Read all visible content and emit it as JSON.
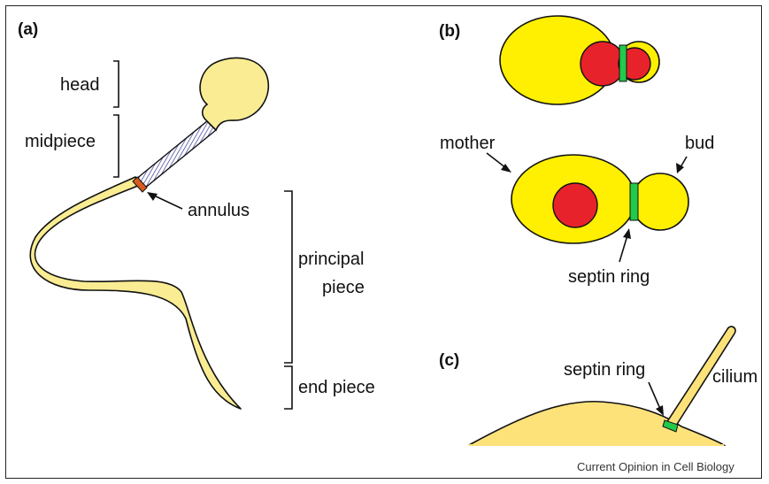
{
  "panels": {
    "a": "(a)",
    "b": "(b)",
    "c": "(c)"
  },
  "labels": {
    "head": "head",
    "midpiece": "midpiece",
    "annulus": "annulus",
    "principal_piece_line1": "principal",
    "principal_piece_line2": "piece",
    "end_piece": "end piece",
    "mother": "mother",
    "bud": "bud",
    "septin_ring_b": "septin ring",
    "septin_ring_c": "septin ring",
    "cilium": "cilium"
  },
  "credit": "Current Opinion in Cell Biology",
  "colors": {
    "sperm_fill": "#f9ec93",
    "yeast_fill": "#ffef00",
    "nucleus": "#e8222b",
    "septin": "#22c94a",
    "annulus": "#d65a1f",
    "midpiece_coil": "#4b4fa0",
    "cell_fill": "#fde27a"
  }
}
